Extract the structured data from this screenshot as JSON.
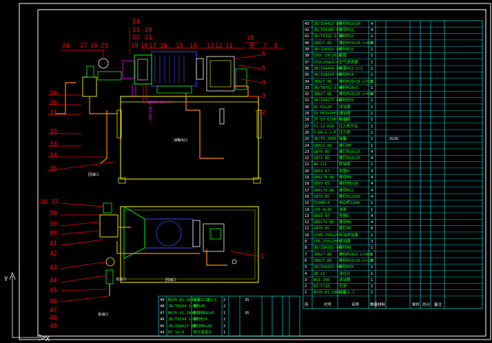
{
  "colors": {
    "background": "#000000",
    "frame": "#ffffff",
    "table_lines": "#00ffff",
    "leaders": "#ff0000",
    "parts_outline": "#ffff00",
    "parts_fill": "#00ff00",
    "motor": "#0000ff",
    "pipes": "#ff8800",
    "dimension": "#ff00ff"
  },
  "ucs": {
    "axis_y": "Y",
    "axis_x": "X"
  },
  "front_view": {
    "callouts_top_left": [
      "28",
      "27",
      "26",
      "25"
    ],
    "callouts_top_mid": [
      "24",
      "23",
      "20",
      "22",
      "21"
    ],
    "callouts_upper": [
      "19",
      "18",
      "17",
      "16",
      "15",
      "14",
      "13",
      "12",
      "11"
    ],
    "callouts_right": [
      "10",
      "9",
      "7",
      "8",
      "6",
      "5",
      "4",
      "3",
      "2"
    ],
    "callouts_left": [
      "29",
      "30",
      "31",
      "32",
      "33",
      "34",
      "35"
    ],
    "dim_text": "2×d40(D3E-0)",
    "vertical_dim": "d20(D3E-0)",
    "annotation_tank": "油箱出口",
    "annotation_pipe": "回油口"
  },
  "plan_view": {
    "callouts_left": [
      "36 37",
      "38",
      "39",
      "40",
      "41",
      "42",
      "43",
      "44",
      "45",
      "46",
      "47",
      "48",
      "49"
    ],
    "callout_right": "1",
    "annotation_a": "出油口",
    "annotation_b": "回油口",
    "annotation_c": "进油口"
  },
  "bom_right": [
    {
      "no": "43",
      "code": "JB/ZQ4422-86",
      "name": "螺栓M10x30",
      "qty": "4"
    },
    {
      "no": "42",
      "code": "JB/ZQ4380-87",
      "name": "螺母M12",
      "qty": "4"
    },
    {
      "no": "41",
      "code": "JB/T8762.3-92",
      "name": "螺栓M10",
      "qty": "1"
    },
    {
      "no": "40",
      "code": "JB827-86",
      "name": "螺栓M10x10 L=680",
      "qty": "2"
    },
    {
      "no": "39",
      "code": "JB/ZQ4201-86",
      "name": "螺栓M10",
      "qty": "1"
    },
    {
      "no": "38",
      "code": "CR5C-29/2018",
      "name": "垫圈",
      "qty": "1"
    },
    {
      "no": "37",
      "code": "CPSC25Gm1/4",
      "name": "空气滤清器",
      "qty": "1"
    },
    {
      "no": "36",
      "code": "JB/ZQ4440-86",
      "name": "螺塞M22 1/2",
      "qty": "1"
    },
    {
      "no": "35",
      "code": "JB/ZQ4254-86",
      "name": "螺栓M14",
      "qty": "1"
    },
    {
      "no": "34",
      "code": "JB827-86",
      "name": "螺栓M10x16 L=560",
      "qty": "1"
    },
    {
      "no": "33",
      "code": "JB/T8762.3-92",
      "name": "螺栓M10x1",
      "qty": "1"
    },
    {
      "no": "32",
      "code": "JB827-86",
      "name": "螺栓M10x10 L=680",
      "qty": "1"
    },
    {
      "no": "31",
      "code": "JB/ZQ4577-86",
      "name": "螺栓M30",
      "qty": "1"
    },
    {
      "no": "30",
      "code": "XU-63x20",
      "name": "滤油器",
      "qty": "1"
    },
    {
      "no": "29",
      "code": "ZU-H63x20FS-Y",
      "name": "滤油器",
      "qty": "1"
    },
    {
      "no": "28",
      "code": "JF-Q3-E10B-Y-II",
      "name": "单向阀",
      "qty": "1"
    },
    {
      "no": "27",
      "code": "TS-12-R18",
      "name": "压力表开关",
      "qty": "1"
    },
    {
      "no": "26",
      "code": "Y-60-G-1-F",
      "name": "压力表",
      "qty": "1"
    },
    {
      "no": "25",
      "code": "JB/T9.2806.1.1",
      "name": "油箱",
      "qty": "1",
      "mat": "ZG35"
    },
    {
      "no": "24",
      "code": "GB821-86",
      "name": "螺钉M6",
      "qty": "1"
    },
    {
      "no": "23",
      "code": "GB70-85",
      "name": "螺钉M10x25",
      "qty": "4"
    },
    {
      "no": "22",
      "code": "GB71-85",
      "name": "螺钉M10x25",
      "qty": "4"
    },
    {
      "no": "21",
      "code": "NA-11L",
      "name": "联轴器",
      "qty": "1"
    },
    {
      "no": "20",
      "code": "GB93-87",
      "name": "垫圈8",
      "qty": "4"
    },
    {
      "no": "19",
      "code": "GB6170-86",
      "name": "螺母M8",
      "qty": "4"
    },
    {
      "no": "18",
      "code": "GB93-85",
      "name": "螺栓M8x30",
      "qty": "4"
    },
    {
      "no": "17",
      "code": "GB6170-86",
      "name": "螺母M12",
      "qty": "4"
    },
    {
      "no": "16",
      "code": "GB70-85",
      "name": "螺钉M12x50",
      "qty": "4"
    },
    {
      "no": "15",
      "code": "Y160M-4",
      "name": "电动机11kW",
      "qty": "1"
    },
    {
      "no": "14",
      "code": "CX6-0L45",
      "name": "油泵",
      "qty": "1"
    },
    {
      "no": "13",
      "code": "GB93-87",
      "name": "垫圈6",
      "qty": "4"
    },
    {
      "no": "12",
      "code": "GB6170-86",
      "name": "螺母M6",
      "qty": "4"
    },
    {
      "no": "11",
      "code": "GB70-85",
      "name": "螺钉M6",
      "qty": "8"
    },
    {
      "no": "10",
      "code": "CFR0-250x20",
      "name": "吸油滤油器",
      "qty": "1"
    },
    {
      "no": "9",
      "code": "CFR-250x20FS",
      "name": "滤油器",
      "qty": "3"
    },
    {
      "no": "8",
      "code": "JB/ZQ4201-86",
      "name": "螺栓M8",
      "qty": "1"
    },
    {
      "no": "7",
      "code": "JB827-86",
      "name": "螺栓M14x2 L=380",
      "qty": "1"
    },
    {
      "no": "6",
      "code": "JB827-86",
      "name": "螺栓M10x16 L=180",
      "qty": "1"
    },
    {
      "no": "5",
      "code": "JB/ZQ4203-86",
      "name": "螺栓M30",
      "qty": "2"
    },
    {
      "no": "4",
      "code": "JB-12",
      "name": "液位计",
      "qty": "1"
    },
    {
      "no": "3",
      "code": "WU2-200",
      "name": "滤油器",
      "qty": "1"
    },
    {
      "no": "2",
      "code": "EZ-7/10",
      "name": "空滤",
      "qty": "1"
    },
    {
      "no": "1",
      "code": "NU76.01.2806.1.1.2",
      "name": "油箱",
      "qty": "1"
    }
  ],
  "bom_bottom": [
    {
      "no": "49",
      "code": "NUZ6.81.2806.1.1.3",
      "name": "油箱1 1R1/2",
      "qty": "2",
      "mat": "35"
    },
    {
      "no": "48",
      "code": "JB/T8144.1-92",
      "name": "螺栓d5",
      "qty": "2"
    },
    {
      "no": "47",
      "code": "NU76.01.2806.1.1.2",
      "name": "螺栓M30 d5",
      "qty": "1",
      "mat": "35"
    },
    {
      "no": "46",
      "code": "JB/T8144.1-92",
      "name": "螺栓M14",
      "qty": "2"
    },
    {
      "no": "45",
      "code": "JB/ZQ4427-86",
      "name": "螺栓M8x30",
      "qty": "2"
    },
    {
      "no": "44",
      "code": "BT-10-H",
      "name": "液位液温计",
      "qty": "1"
    }
  ],
  "header_row": [
    "序",
    "代号",
    "名称",
    "数量",
    "材料",
    "单件",
    "总计",
    "备注"
  ]
}
